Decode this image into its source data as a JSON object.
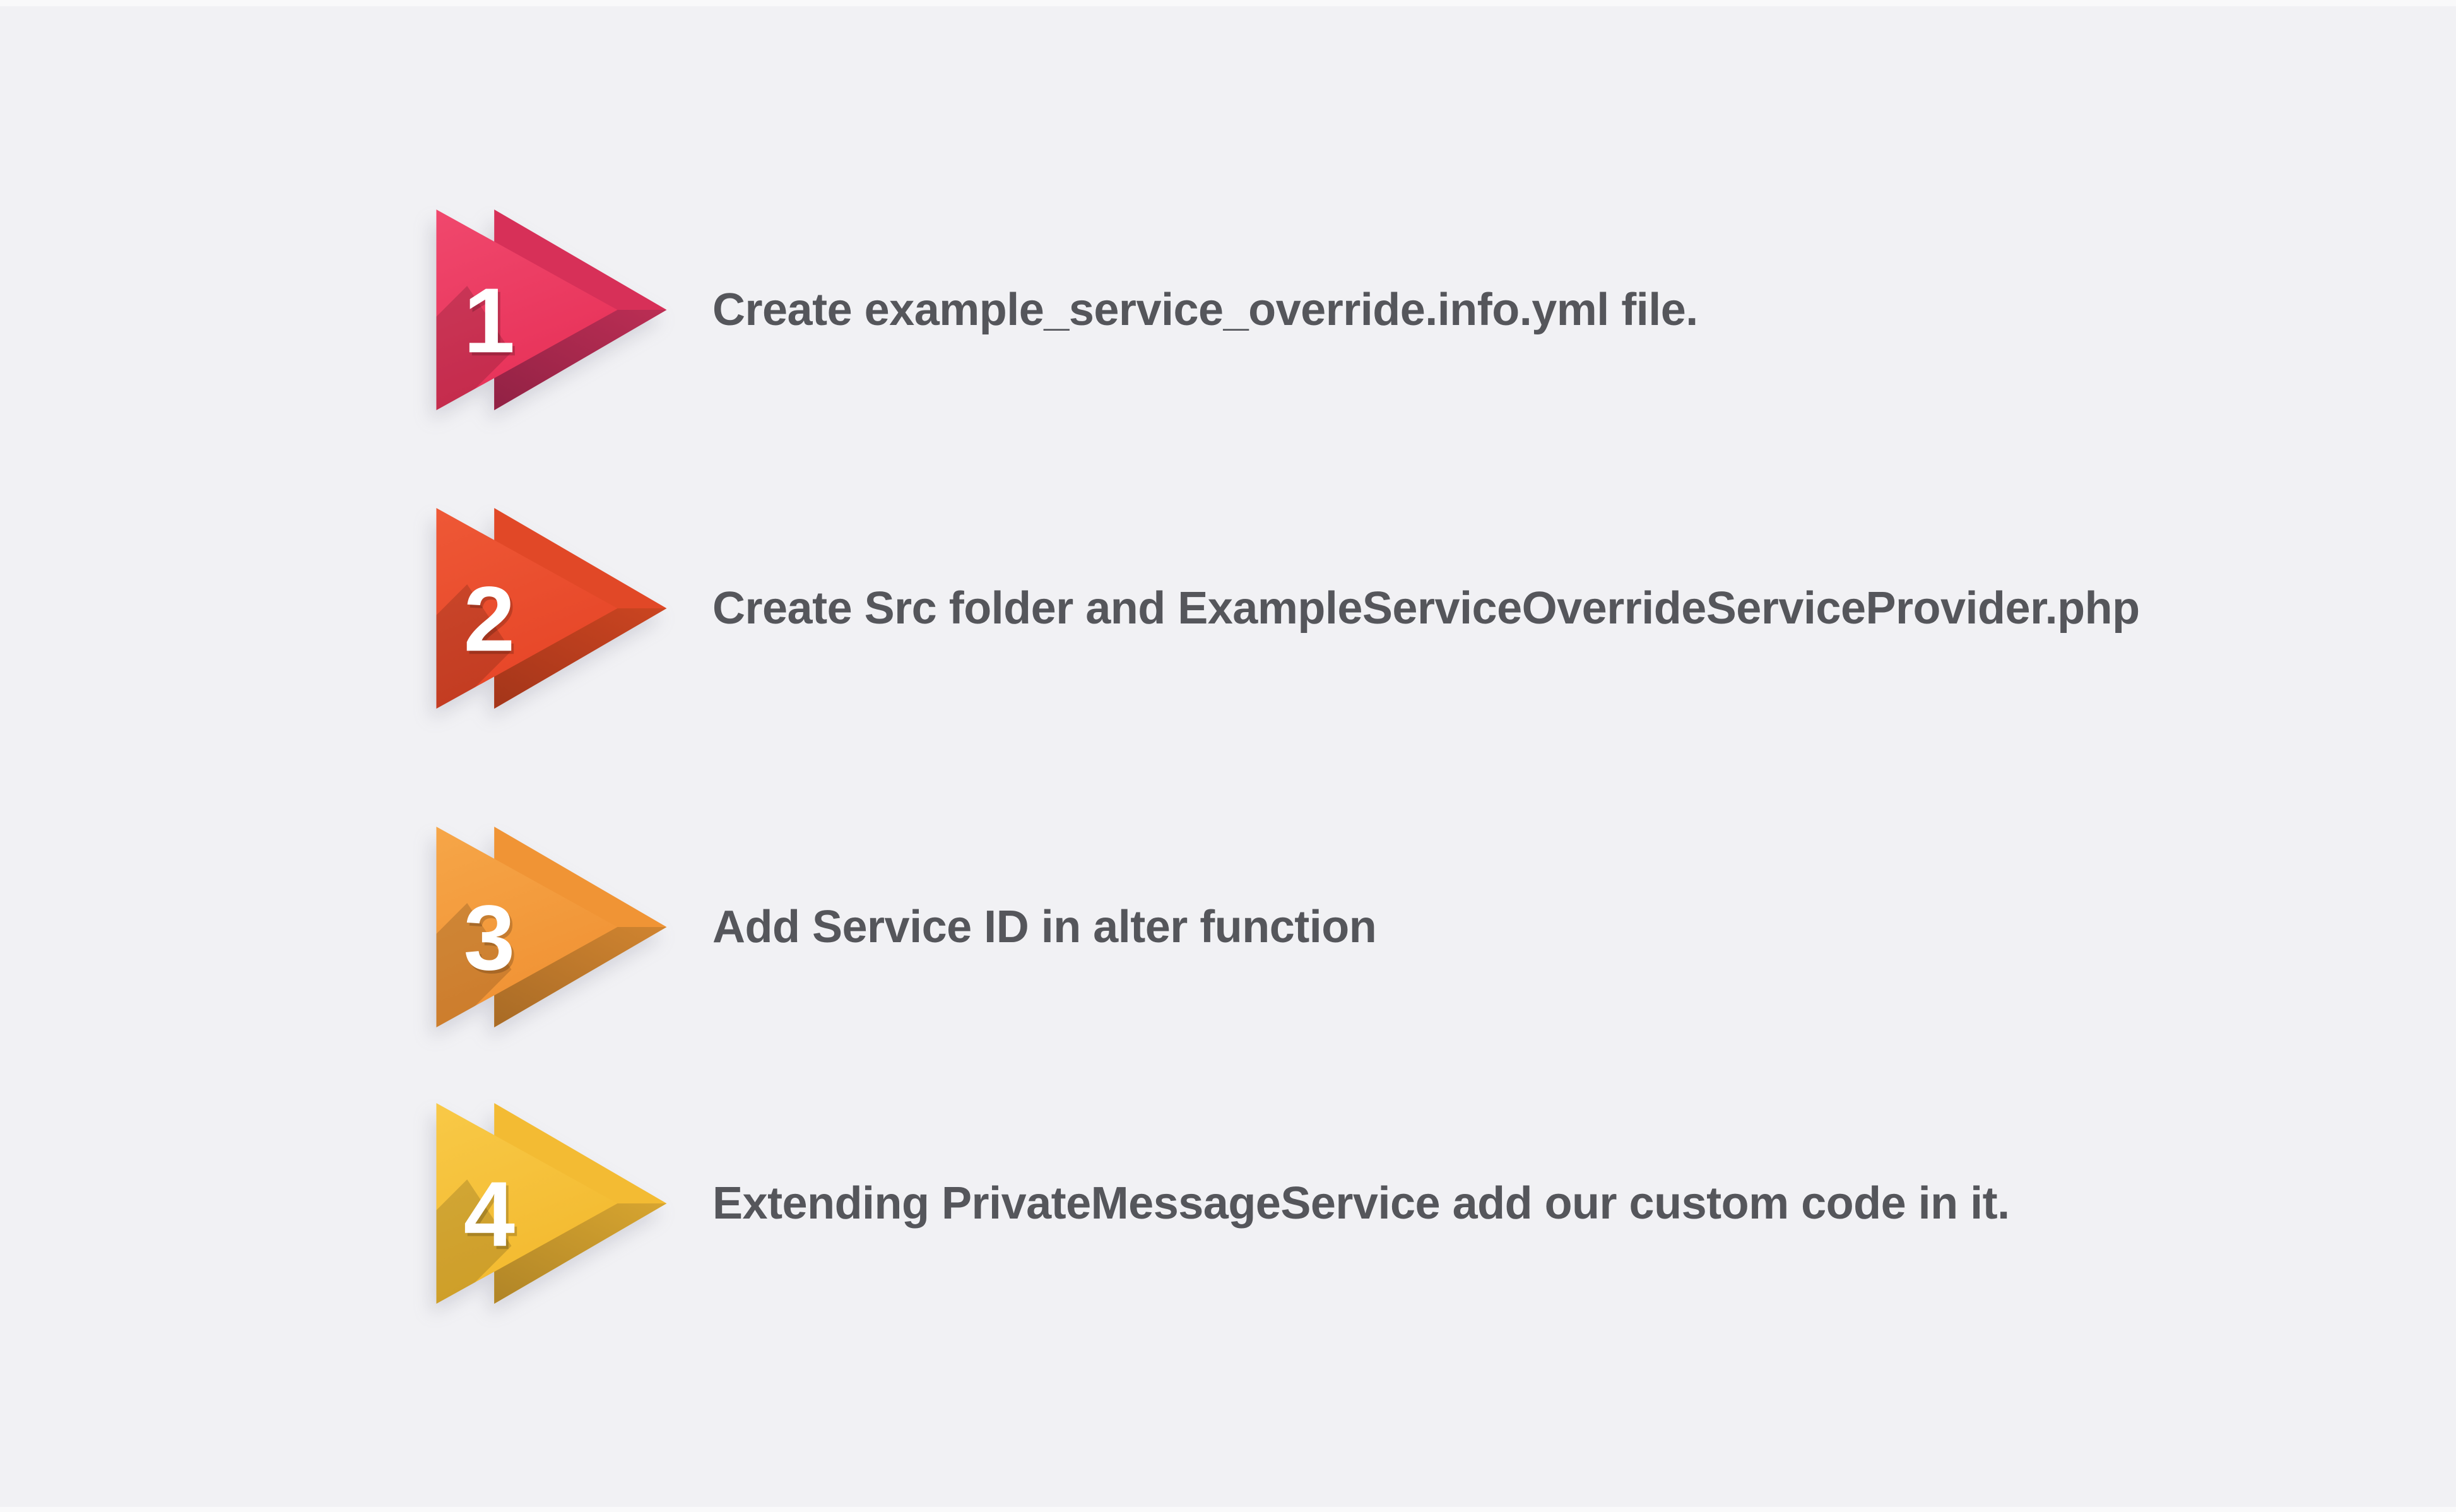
{
  "canvas": {
    "background": "#f1f1f4",
    "text_color": "#55565b"
  },
  "steps": [
    {
      "number": "1",
      "label": "Create example_service_override.info.yml file.",
      "icon": "double-triangle-right-arrow-icon",
      "colors": {
        "front_start": "#f0486d",
        "front_end": "#e73158",
        "back": "#d73058",
        "fold_start": "#bb2e54",
        "fold_end": "#932245",
        "number_color": "#ffffff"
      }
    },
    {
      "number": "2",
      "label": "Create Src folder and ExampleServiceOverrideServiceProvider.php",
      "icon": "double-triangle-right-arrow-icon",
      "colors": {
        "front_start": "#ee5836",
        "front_end": "#e64527",
        "back": "#e14827",
        "fold_start": "#cb4521",
        "fold_end": "#a5361a",
        "number_color": "#ffffff"
      }
    },
    {
      "number": "3",
      "label": "Add Service ID in alter function",
      "icon": "double-triangle-right-arrow-icon",
      "colors": {
        "front_start": "#f6a648",
        "front_end": "#f09133",
        "back": "#f09435",
        "fold_start": "#d08430",
        "fold_end": "#aa6c26",
        "number_color": "#ffffff"
      }
    },
    {
      "number": "4",
      "label": "Extending PrivateMessageService add our custom code in it.",
      "icon": "double-triangle-right-arrow-icon",
      "colors": {
        "front_start": "#f8c947",
        "front_end": "#f3b92e",
        "back": "#f3bb33",
        "fold_start": "#d7a530",
        "fold_end": "#b28627",
        "number_color": "#ffffff"
      }
    }
  ]
}
